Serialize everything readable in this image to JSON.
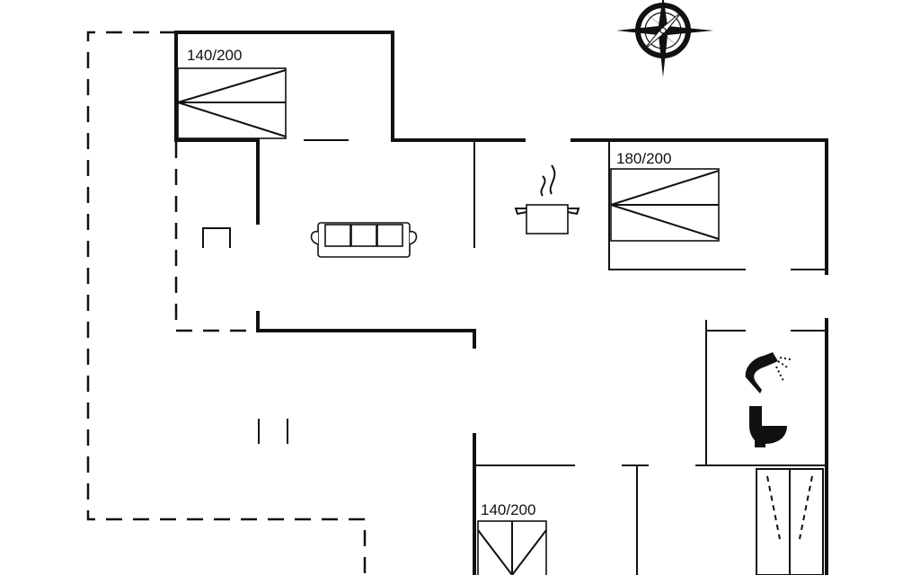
{
  "bed_labels": {
    "bedroom_top_left": "140/200",
    "bedroom_top_right": "180/200",
    "bedroom_bottom": "140/200"
  },
  "icons": [
    "compass-rose-icon",
    "bed-icon",
    "sofa-icon",
    "cooking-pot-icon",
    "shower-icon",
    "toilet-icon",
    "chair-icon"
  ],
  "colors": {
    "ink": "#111111",
    "background": "#ffffff"
  }
}
